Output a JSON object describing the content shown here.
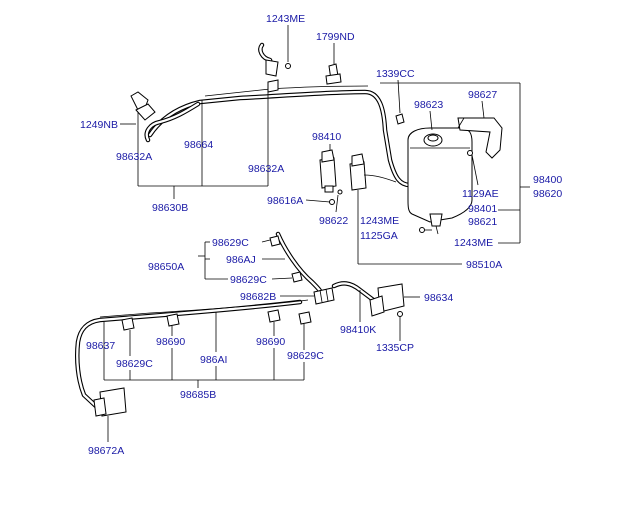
{
  "callouts": [
    {
      "id": "1243ME-top",
      "text": "1243ME"
    },
    {
      "id": "1799ND",
      "text": "1799ND"
    },
    {
      "id": "1339CC",
      "text": "1339CC"
    },
    {
      "id": "1249NB",
      "text": "1249NB"
    },
    {
      "id": "98664",
      "text": "98664"
    },
    {
      "id": "98632A-left",
      "text": "98632A"
    },
    {
      "id": "98632A-right",
      "text": "98632A"
    },
    {
      "id": "98630B",
      "text": "98630B"
    },
    {
      "id": "98410",
      "text": "98410"
    },
    {
      "id": "98616A",
      "text": "98616A"
    },
    {
      "id": "98622",
      "text": "98622"
    },
    {
      "id": "98623",
      "text": "98623"
    },
    {
      "id": "98627",
      "text": "98627"
    },
    {
      "id": "98400",
      "text": "98400"
    },
    {
      "id": "98620",
      "text": "98620"
    },
    {
      "id": "1129AE",
      "text": "1129AE"
    },
    {
      "id": "98401",
      "text": "98401"
    },
    {
      "id": "98621",
      "text": "98621"
    },
    {
      "id": "1243ME-mid",
      "text": "1243ME"
    },
    {
      "id": "1125GA",
      "text": "1125GA"
    },
    {
      "id": "1243ME-right",
      "text": "1243ME"
    },
    {
      "id": "98510A",
      "text": "98510A"
    },
    {
      "id": "98629C-a",
      "text": "98629C"
    },
    {
      "id": "986AJ",
      "text": "986AJ"
    },
    {
      "id": "98650A",
      "text": "98650A"
    },
    {
      "id": "98629C-b",
      "text": "98629C"
    },
    {
      "id": "98682B",
      "text": "98682B"
    },
    {
      "id": "98634",
      "text": "98634"
    },
    {
      "id": "98410K",
      "text": "98410K"
    },
    {
      "id": "1335CP",
      "text": "1335CP"
    },
    {
      "id": "98637",
      "text": "98637"
    },
    {
      "id": "98690-left",
      "text": "98690"
    },
    {
      "id": "98629C-c",
      "text": "98629C"
    },
    {
      "id": "986AI",
      "text": "986AI"
    },
    {
      "id": "98690-right",
      "text": "98690"
    },
    {
      "id": "98629C-d",
      "text": "98629C"
    },
    {
      "id": "98685B",
      "text": "98685B"
    },
    {
      "id": "98672A",
      "text": "98672A"
    }
  ]
}
